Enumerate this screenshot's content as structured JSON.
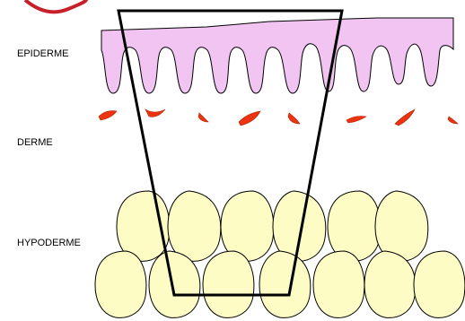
{
  "labels": {
    "epidermis": "EPIDERME",
    "dermis": "DERME",
    "hypodermis": "HYPODERME"
  },
  "colors": {
    "epidermis_fill": "#f2c4f2",
    "dermis_cells": "#ee3311",
    "hypodermis_fill": "#fdfcc4",
    "outline": "#000000",
    "logo_ring": "#c8202a"
  }
}
